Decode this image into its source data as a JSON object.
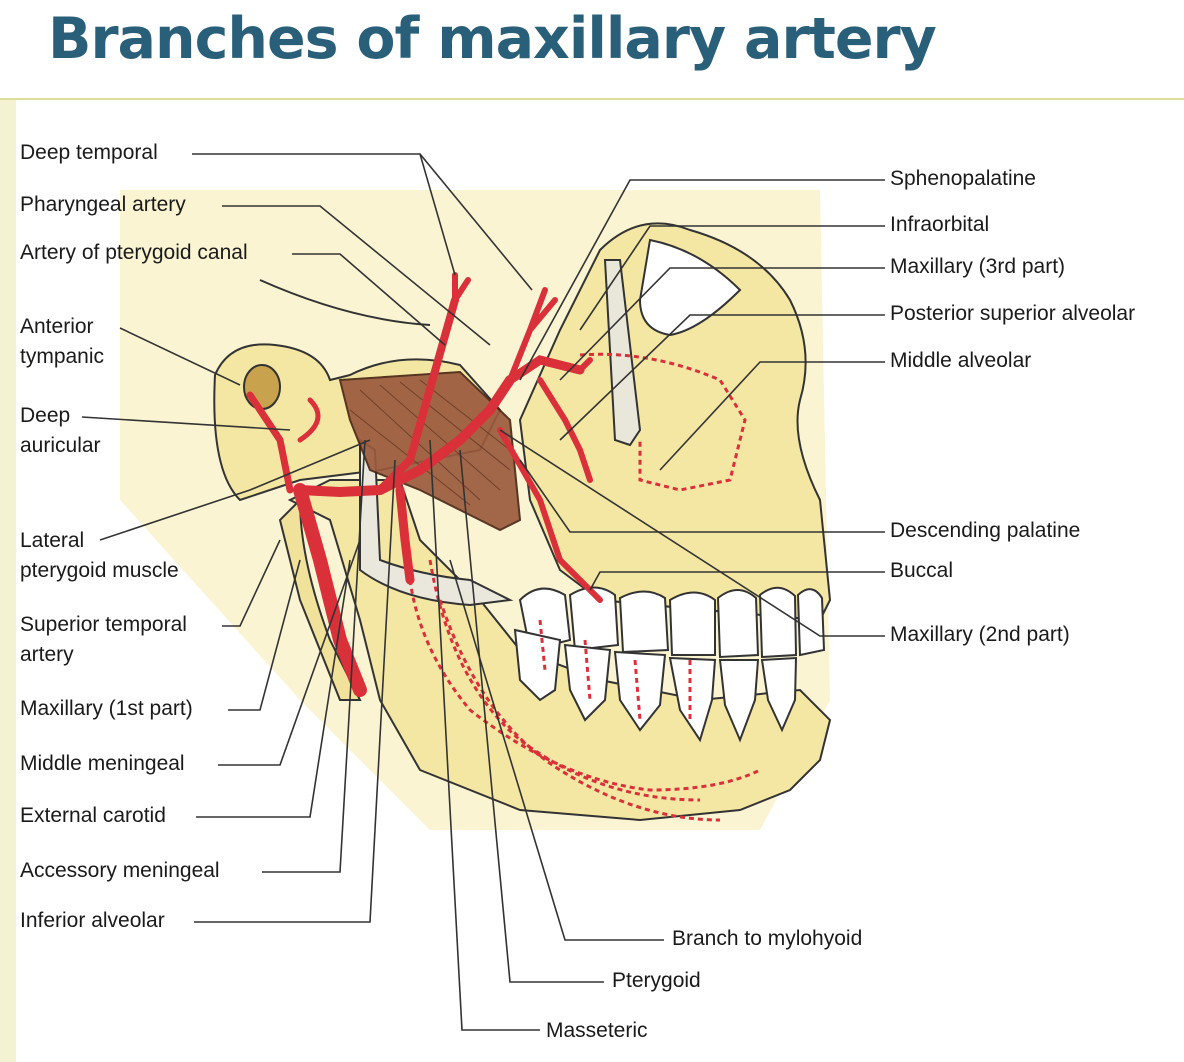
{
  "title": "Branches of maxillary artery",
  "colors": {
    "title": "#2a5f7a",
    "bone": "#f3e7a3",
    "artery": "#d9303a",
    "muscle": "#9b5a3e",
    "leader": "#333333",
    "border": "#f3f3d4"
  },
  "labels": {
    "deep_temporal": "Deep temporal",
    "pharyngeal_artery": "Pharyngeal artery",
    "artery_pterygoid_canal": "Artery of pterygoid canal",
    "anterior_tympanic_1": "Anterior",
    "anterior_tympanic_2": "tympanic",
    "deep_auricular_1": "Deep",
    "deep_auricular_2": "auricular",
    "lateral_pterygoid_1": "Lateral",
    "lateral_pterygoid_2": "pterygoid muscle",
    "superior_temporal_1": "Superior temporal",
    "superior_temporal_2": "artery",
    "maxillary_1st": "Maxillary (1st part)",
    "middle_meningeal": "Middle meningeal",
    "external_carotid": "External carotid",
    "accessory_meningeal": "Accessory meningeal",
    "inferior_alveolar": "Inferior alveolar",
    "sphenopalatine": "Sphenopalatine",
    "infraorbital": "Infraorbital",
    "maxillary_3rd": "Maxillary (3rd part)",
    "posterior_superior_alveolar": "Posterior superior alveolar",
    "middle_alveolar": "Middle alveolar",
    "descending_palatine": "Descending palatine",
    "buccal": "Buccal",
    "maxillary_2nd": "Maxillary (2nd part)",
    "branch_mylohyoid": "Branch to mylohyoid",
    "pterygoid": "Pterygoid",
    "masseteric": "Masseteric"
  }
}
